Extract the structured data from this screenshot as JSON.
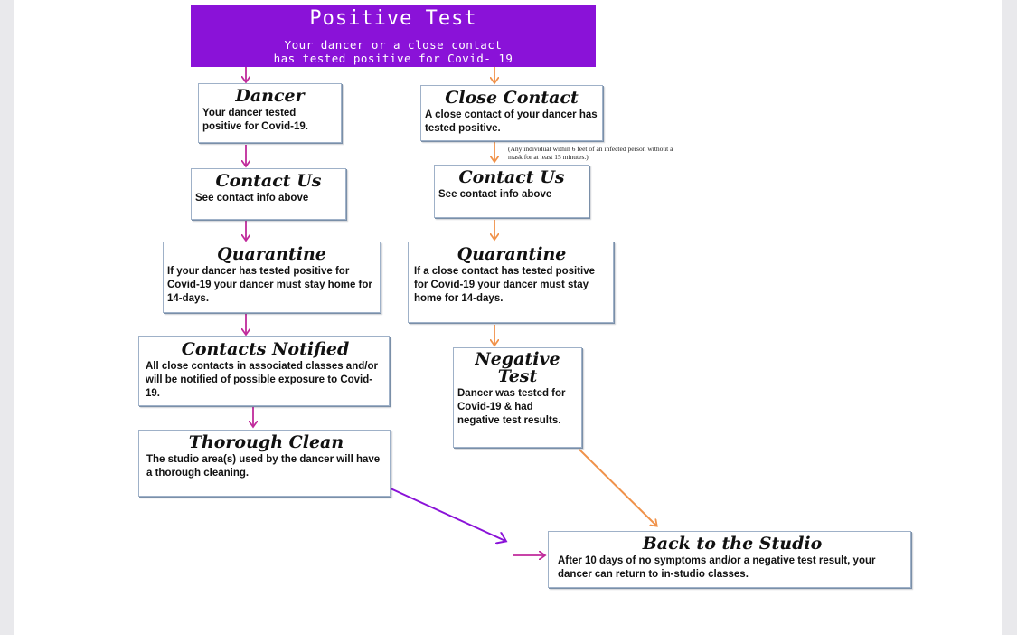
{
  "banner": {
    "title": "Positive Test",
    "subtitle_line1": "Your dancer or a close contact",
    "subtitle_line2": "has tested positive for Covid- 19",
    "color": "#8a12d8"
  },
  "colors": {
    "left_arrow": "#c02a9b",
    "right_arrow": "#f0924a",
    "purple_arrow": "#8a12d8"
  },
  "left": {
    "dancer": {
      "title": "Dancer",
      "text": "Your dancer tested positive for Covid-19."
    },
    "contact": {
      "title": "Contact Us",
      "text": "See contact info above"
    },
    "quarantine": {
      "title": "Quarantine",
      "text": "If your dancer has tested positive for Covid-19 your dancer must stay home for 14-days."
    },
    "notified": {
      "title": "Contacts Notified",
      "text": "All close contacts in associated classes and/or will be notified of possible exposure to Covid-19."
    },
    "clean": {
      "title": "Thorough Clean",
      "text": "The studio area(s) used by the dancer will have a thorough cleaning."
    }
  },
  "right": {
    "close_contact": {
      "title": "Close Contact",
      "text": "A close contact of your dancer has tested positive."
    },
    "note": "(Any individual within 6 feet of an infected person without a mask for at least 15 minutes.)",
    "contact": {
      "title": "Contact Us",
      "text": "See contact info above"
    },
    "quarantine": {
      "title": "Quarantine",
      "text": "If a close contact has tested positive for Covid-19 your dancer must stay home for 14-days."
    },
    "negative": {
      "title": "Negative Test",
      "text": "Dancer was tested for Covid-19 & had negative test results."
    }
  },
  "back": {
    "title": "Back to the Studio",
    "text": "After 10 days of no symptoms and/or a negative test result, your dancer can return to in-studio classes."
  }
}
